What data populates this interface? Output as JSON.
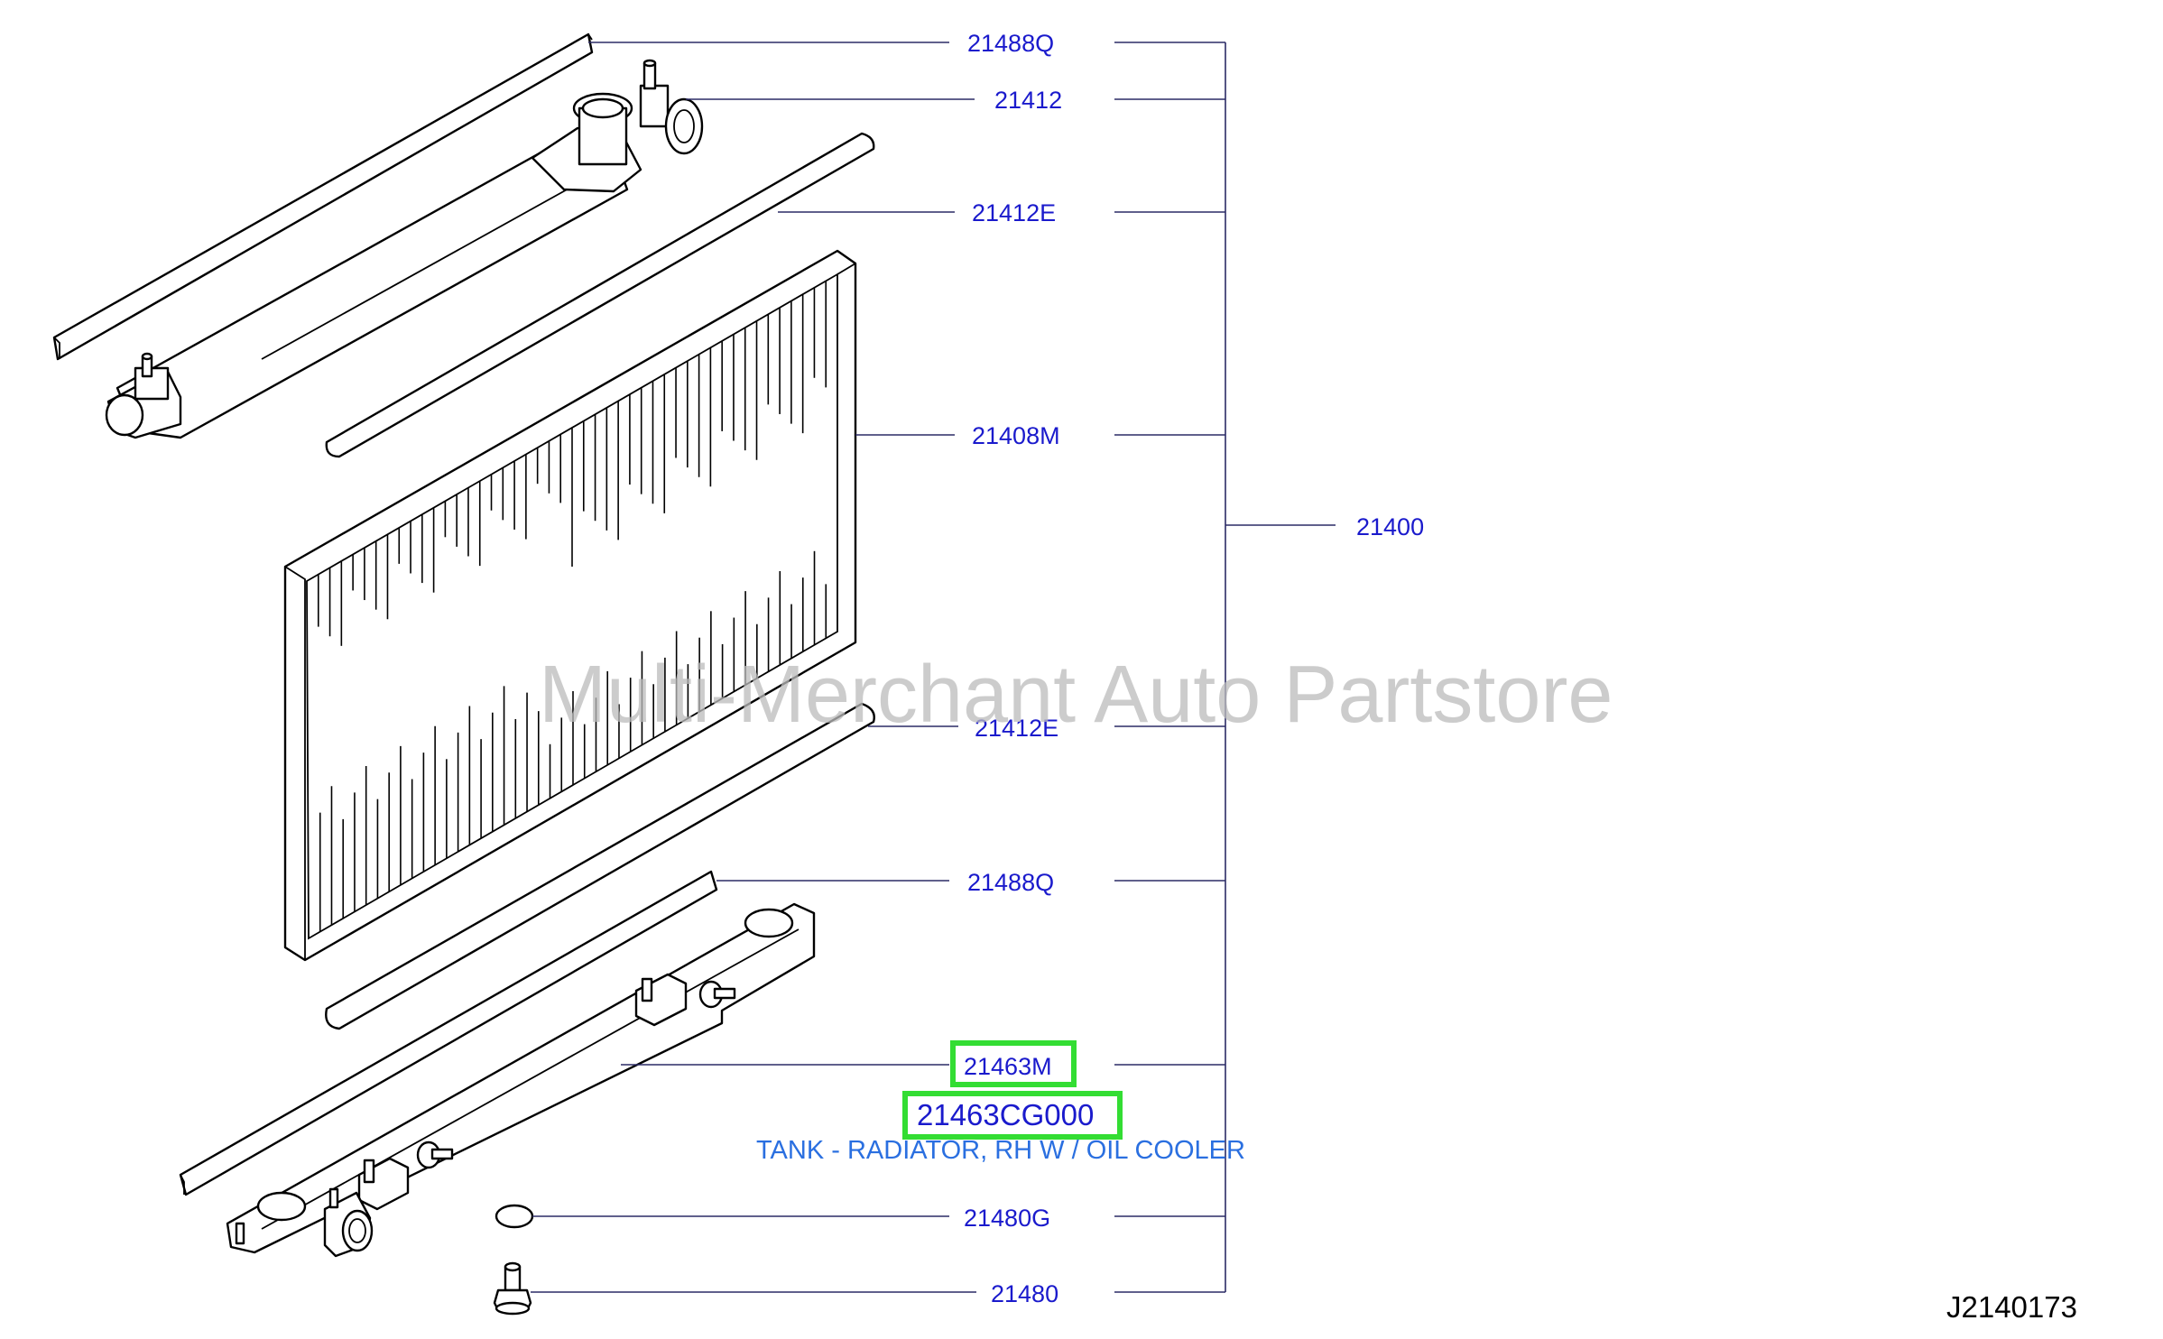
{
  "callouts": [
    {
      "id": "top-strip",
      "part_no": "21488Q"
    },
    {
      "id": "upper-tank",
      "part_no": "21412"
    },
    {
      "id": "upper-seal",
      "part_no": "21412E"
    },
    {
      "id": "core",
      "part_no": "21408M"
    },
    {
      "id": "assembly",
      "part_no": "21400"
    },
    {
      "id": "lower-seal",
      "part_no": "21412E"
    },
    {
      "id": "lower-strip",
      "part_no": "21488Q"
    },
    {
      "id": "lower-tank",
      "part_no": "21463M"
    },
    {
      "id": "gasket",
      "part_no": "21480G"
    },
    {
      "id": "drain-plug",
      "part_no": "21480"
    }
  ],
  "highlight": {
    "part_number": "21463CG000",
    "description": "TANK - RADIATOR, RH W / OIL COOLER",
    "box_color": "#33dd33"
  },
  "watermark": "Multi-Merchant Auto Partstore",
  "diagram_ref": "J2140173",
  "colors": {
    "label": "#1a1acc",
    "description": "#2a6fe0",
    "watermark": "#bcbcbc"
  }
}
